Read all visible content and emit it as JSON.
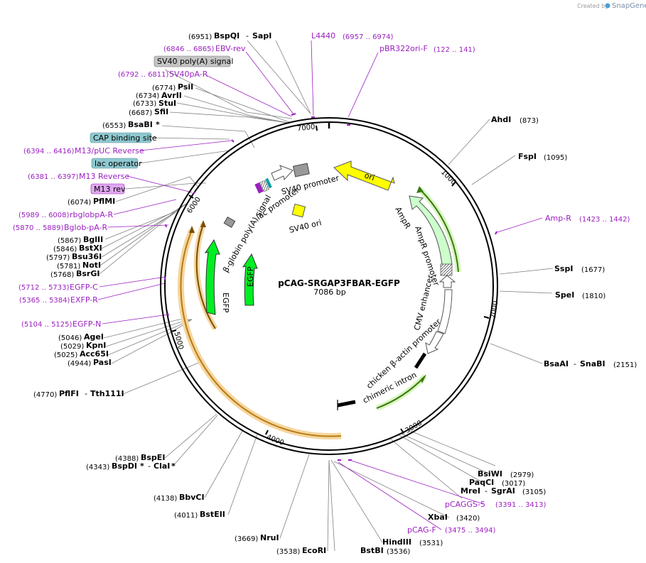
{
  "credit": {
    "created_by": "Created by",
    "brand": "SnapGene"
  },
  "plasmid": {
    "name": "pCAG-SRGAP3FBAR-EGFP",
    "size": "7086 bp"
  },
  "ticks": [
    "1000",
    "2000",
    "3000",
    "4000",
    "5000",
    "6000",
    "7000"
  ],
  "features": [
    {
      "label": "ori",
      "color": "#ffff00"
    },
    {
      "label": "AmpR",
      "color": "#ccffcc"
    },
    {
      "label": "AmpR promoter",
      "color": "#ffffff"
    },
    {
      "label": "CMV enhancer",
      "color": "#ffffff"
    },
    {
      "label": "chicken β-actin promoter",
      "color": "#ffffff"
    },
    {
      "label": "chimeric intron",
      "color": "#000000"
    },
    {
      "label": "EGFP",
      "color": "#00ff33"
    },
    {
      "label": "EGFP",
      "color": "#00ff33"
    },
    {
      "label": "β-globin poly(A) signal",
      "color": "#999999"
    },
    {
      "label": "lac promoter",
      "color": "#ffffff"
    },
    {
      "label": "SV40 promoter",
      "color": "#999999"
    },
    {
      "label": "SV40 ori",
      "color": "#ffff00"
    }
  ],
  "sites": {
    "bspqi": {
      "pos": "(6951)",
      "name": "BspQI",
      "name2": "SapI"
    },
    "l4440": {
      "name": "L4440",
      "range": "(6957 .. 6974)"
    },
    "pbr322": {
      "name": "pBR322ori-F",
      "range": "(122 .. 141)"
    },
    "ebv": {
      "range": "(6846 .. 6865)",
      "name": "EBV-rev"
    },
    "sv40sig": {
      "name": "SV40 poly(A) signal"
    },
    "sv40pa": {
      "range": "(6792 .. 6811)",
      "name": "SV40pA-R"
    },
    "psii": {
      "pos": "(6774)",
      "name": "PsiI"
    },
    "avrii": {
      "pos": "(6734)",
      "name": "AvrII"
    },
    "stui": {
      "pos": "(6733)",
      "name": "StuI"
    },
    "sfii": {
      "pos": "(6687)",
      "name": "SfiI"
    },
    "bsabi": {
      "pos": "(6553)",
      "name": "BsaBI",
      "star": "*"
    },
    "cap": {
      "name": "CAP binding site"
    },
    "m13puc": {
      "range": "(6394 .. 6416)",
      "name": "M13/pUC Reverse"
    },
    "lacop": {
      "name": "lac operator"
    },
    "m13rev": {
      "range": "(6381 .. 6397)",
      "name": "M13 Reverse"
    },
    "m13box": {
      "name": "M13 rev"
    },
    "pflmi": {
      "pos": "(6074)",
      "name": "PflMI"
    },
    "rbglob": {
      "range": "(5989 .. 6008)",
      "name": "rbglobpA-R"
    },
    "bglob": {
      "range": "(5870 .. 5889)",
      "name": "Bglob-pA-R"
    },
    "bglii": {
      "pos": "(5867)",
      "name": "BglII"
    },
    "bstxi": {
      "pos": "(5846)",
      "name": "BstXI"
    },
    "bsu36i": {
      "pos": "(5797)",
      "name": "Bsu36I"
    },
    "noti": {
      "pos": "(5781)",
      "name": "NotI"
    },
    "bsrgi": {
      "pos": "(5768)",
      "name": "BsrGI"
    },
    "egfpc": {
      "range": "(5712 .. 5733)",
      "name": "EGFP-C"
    },
    "exfpr": {
      "range": "(5365 .. 5384)",
      "name": "EXFP-R"
    },
    "egfpn": {
      "range": "(5104 .. 5125)",
      "name": "EGFP-N"
    },
    "agei": {
      "pos": "(5046)",
      "name": "AgeI"
    },
    "kpni": {
      "pos": "(5029)",
      "name": "KpnI"
    },
    "acc65i": {
      "pos": "(5025)",
      "name": "Acc65I"
    },
    "pasi": {
      "pos": "(4944)",
      "name": "PasI"
    },
    "pflfi": {
      "pos": "(4770)",
      "name": "PflFI",
      "name2": "Tth111I"
    },
    "bspei": {
      "pos": "(4388)",
      "name": "BspEI"
    },
    "bspdi": {
      "pos": "(4343)",
      "name": "BspDI",
      "star": "*",
      "name2": "ClaI",
      "star2": "*"
    },
    "bbvci": {
      "pos": "(4138)",
      "name": "BbvCI"
    },
    "bsteii": {
      "pos": "(4011)",
      "name": "BstEII"
    },
    "nrui": {
      "pos": "(3669)",
      "name": "NruI"
    },
    "ecori": {
      "pos": "(3538)",
      "name": "EcoRI"
    },
    "bstbi": {
      "name": "BstBI",
      "pos": "(3536)"
    },
    "hindiii": {
      "name": "HindIII",
      "pos": "(3531)"
    },
    "pcagf": {
      "name": "pCAG-F",
      "range": "(3475 .. 3494)"
    },
    "xbai": {
      "name": "XbaI",
      "pos": "(3420)"
    },
    "pcaggs": {
      "name": "pCAGGS-5",
      "range": "(3391 .. 3413)"
    },
    "mrei": {
      "name": "MreI",
      "name2": "SgrAI",
      "pos": "(3105)"
    },
    "paqci": {
      "name": "PaqCI",
      "pos": "(3017)"
    },
    "bsiwi": {
      "name": "BsiWI",
      "pos": "(2979)"
    },
    "bsaai": {
      "name": "BsaAI",
      "name2": "SnaBI",
      "pos": "(2151)"
    },
    "spei": {
      "name": "SpeI",
      "pos": "(1810)"
    },
    "sspi": {
      "name": "SspI",
      "pos": "(1677)"
    },
    "ampr": {
      "name": "Amp-R",
      "range": "(1423 .. 1442)"
    },
    "fspi": {
      "name": "FspI",
      "pos": "(1095)"
    },
    "ahdi": {
      "name": "AhdI",
      "pos": "(873)"
    }
  }
}
